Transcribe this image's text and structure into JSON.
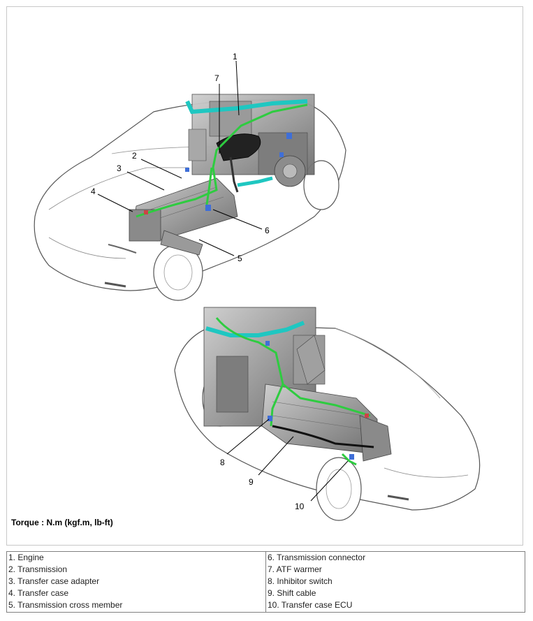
{
  "torque_note": "Torque : N.m (kgf.m, lb-ft)",
  "callouts": [
    "1",
    "2",
    "3",
    "4",
    "5",
    "6",
    "7",
    "8",
    "9",
    "10"
  ],
  "legend": {
    "left": [
      "1. Engine",
      "2. Transmission",
      "3. Transfer case adapter",
      "4. Transfer case",
      "5. Transmission cross member"
    ],
    "right": [
      "6. Transmission connector",
      "7. ATF warmer",
      "8. Inhibitor switch",
      "9. Shift cable",
      "10. Transfer case ECU"
    ]
  },
  "colors": {
    "harness_green": "#2ecc40",
    "coolant_cyan": "#1fc7c1",
    "connector_blue": "#3f6fd8",
    "body_outline": "#555555",
    "component_grey": "#8a8a8a"
  }
}
